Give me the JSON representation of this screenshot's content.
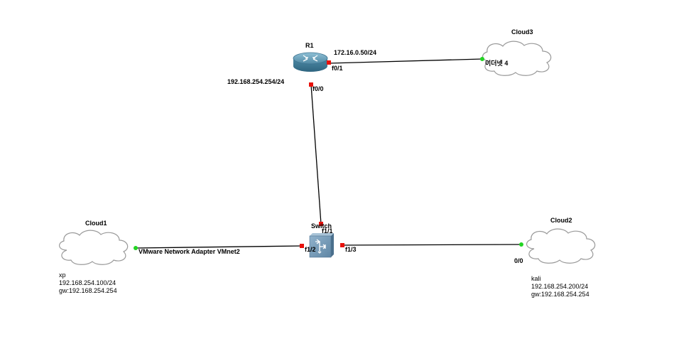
{
  "colors": {
    "link": "#000000",
    "port_down": "#e8120c",
    "port_up": "#22d422",
    "router_body": "#5a8ea6",
    "switch_body": "#6e93b0",
    "cloud_outline": "#9a9a9a"
  },
  "nodes": {
    "router": {
      "label": "R1",
      "icon": "router-icon"
    },
    "switch": {
      "label": "Switch",
      "icon": "switch-icon"
    },
    "cloud1": {
      "label": "Cloud1",
      "icon": "cloud-icon"
    },
    "cloud2": {
      "label": "Cloud2",
      "icon": "cloud-icon"
    },
    "cloud3": {
      "label": "Cloud3",
      "icon": "cloud-icon"
    }
  },
  "ports": {
    "r1_f00": "f0/0",
    "r1_f01": "f0/1",
    "sw_f11": "f1/1",
    "sw_f12": "f1/2",
    "sw_f13": "f1/3",
    "cloud1_port": "VMware Network Adapter VMnet2",
    "cloud2_port": "0/0",
    "cloud3_port": "이더넷 4"
  },
  "addresses": {
    "r1_f01_ip": "172.16.0.50/24",
    "r1_f00_ip": "192.168.254.254/24"
  },
  "notes": {
    "xp": [
      "xp",
      "192.168.254.100/24",
      "gw:192.168.254.254"
    ],
    "kali": [
      "kali",
      "192.168.254.200/24",
      "gw:192.168.254.254"
    ]
  }
}
